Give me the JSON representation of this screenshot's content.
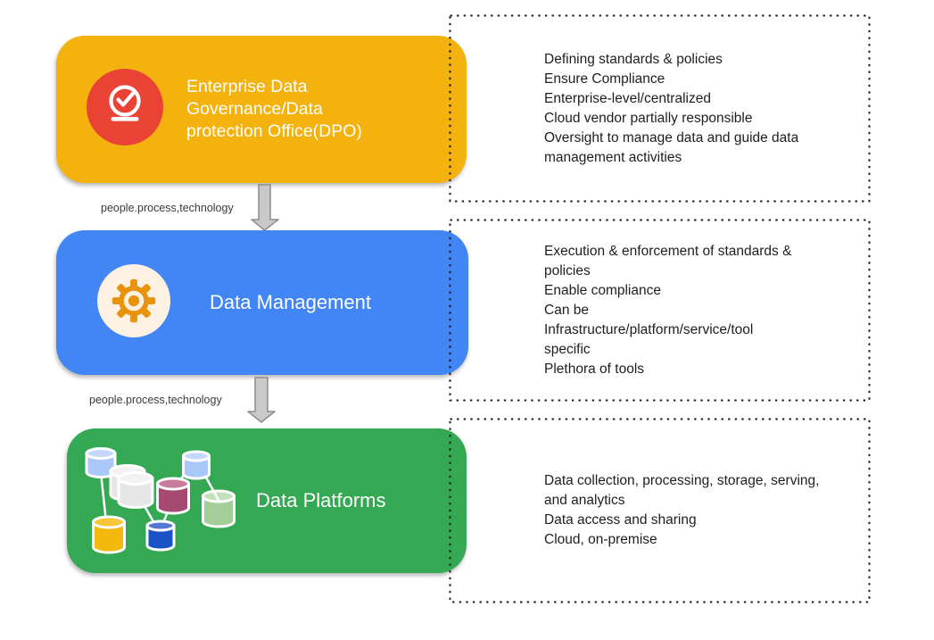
{
  "diagram": {
    "arrow_label": "people.process,technology",
    "nodes": [
      {
        "title": "Enterprise Data Governance/Data protection Office(DPO)",
        "color": "#F3B20D",
        "icon": "check-badge-icon",
        "icon_circle_color": "#EA4335",
        "icon_glyph_color": "#FFFFFF",
        "details": [
          "Defining standards & policies",
          "Ensure Compliance",
          "Enterprise-level/centralized",
          "Cloud vendor partially responsible",
          "Oversight to manage data and guide data management activities"
        ]
      },
      {
        "title": "Data Management",
        "color": "#4285F4",
        "icon": "gear-icon",
        "icon_circle_color": "#FCF1E2",
        "icon_glyph_color": "#E8930C",
        "details": [
          "Execution & enforcement of standards & policies",
          "Enable compliance",
          "Can be Infrastructure/platform/service/tool specific",
          "Plethora of tools"
        ]
      },
      {
        "title": "Data Platforms",
        "color": "#34A853",
        "icon": "database-cluster-icon",
        "cylinder_colors": [
          "#A9C8F8",
          "#E6E6E6",
          "#A64A71",
          "#F5B80D",
          "#1B52C8",
          "#A3CE99"
        ],
        "details": [
          "Data collection, processing, storage, serving, and analytics",
          "Data access and sharing",
          "Cloud, on-premise"
        ]
      }
    ],
    "arrow_color": "#C9C9C9",
    "dotted_border_color": "#1B1B1B"
  }
}
